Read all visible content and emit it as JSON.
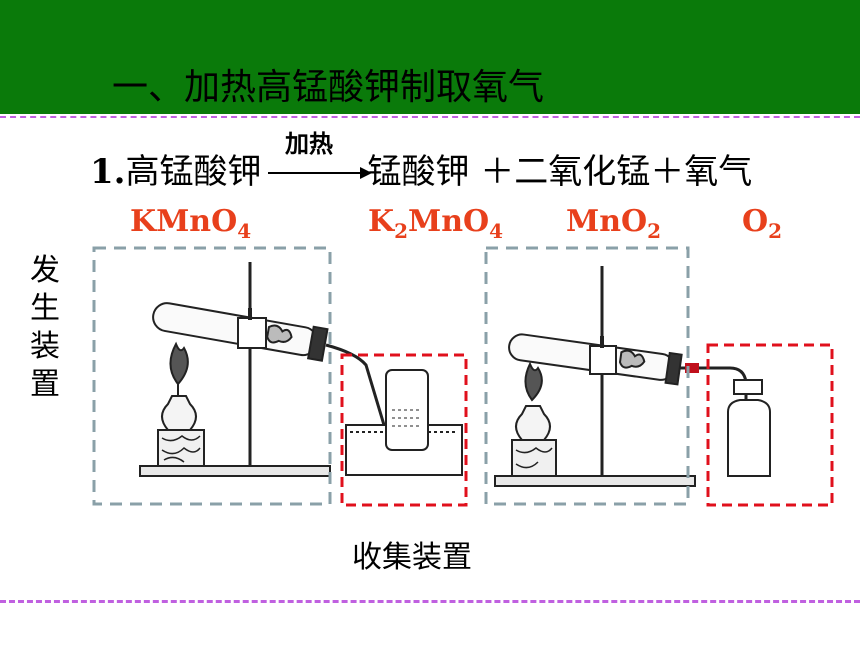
{
  "title": "一、加热高锰酸钾制取氧气",
  "equation": {
    "number": "1.",
    "reactant": "高锰酸钾",
    "condition": "加热",
    "products": "锰酸钾 ＋二氧化锰＋氧气"
  },
  "formulas": [
    {
      "main": "KMnO",
      "sub": "4",
      "tail": ""
    },
    {
      "main": "K",
      "sub": "2",
      "tail": "MnO",
      "sub2": "4"
    },
    {
      "main": "MnO",
      "sub": "2",
      "tail": ""
    },
    {
      "main": "O",
      "sub": "2",
      "tail": ""
    }
  ],
  "labels": {
    "generation": "发生装置",
    "collection": "收集装置"
  },
  "colors": {
    "banner": "#0a7a0a",
    "formula_red": "#e8401c",
    "generation_box": "#8aa0a8",
    "collection_box": "#e0101c",
    "divider": "#c060e0"
  }
}
